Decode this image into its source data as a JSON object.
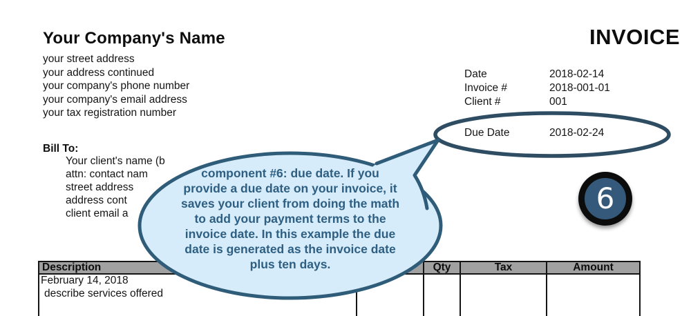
{
  "company": {
    "name": "Your Company's Name",
    "address_lines": [
      "your street address",
      "your address continued",
      "your company's phone number",
      "your company's email address",
      "your tax registration number"
    ]
  },
  "invoice_title": "INVOICE",
  "meta": {
    "rows": [
      {
        "label": "Date",
        "value": "2018-02-14"
      },
      {
        "label": "Invoice #",
        "value": "2018-001-01"
      },
      {
        "label": "Client #",
        "value": "001"
      }
    ],
    "due": {
      "label": "Due Date",
      "value": "2018-02-24"
    }
  },
  "bill_to": {
    "heading": "Bill To:",
    "lines": [
      "Your client's name (b",
      "attn: contact nam",
      "street address",
      "address cont",
      "client email a"
    ]
  },
  "table": {
    "headers": [
      "Description",
      "",
      "Qty",
      "Tax",
      "Amount"
    ],
    "rows": [
      {
        "description_lines": [
          "February 14, 2018",
          "describe services offered"
        ],
        "qty": "",
        "tax": "",
        "amount": ""
      }
    ]
  },
  "callout": {
    "lines": [
      "component #6: due date. If you",
      "provide a due date on your invoice, it",
      "saves your client from doing the math",
      "to add your payment terms to the",
      "invoice date. In this example the due",
      "date is generated as the invoice date",
      "plus ten days."
    ]
  },
  "badge": {
    "number": "6"
  },
  "colors": {
    "callout_fill": "#d6ecfa",
    "callout_border": "#2f5c78",
    "callout_text": "#2e5f82",
    "annotation_ellipse": "#2e4d63",
    "badge_fill": "#35597a",
    "badge_ring": "#0c0c0c",
    "table_header_bg": "#a1a1a1"
  }
}
